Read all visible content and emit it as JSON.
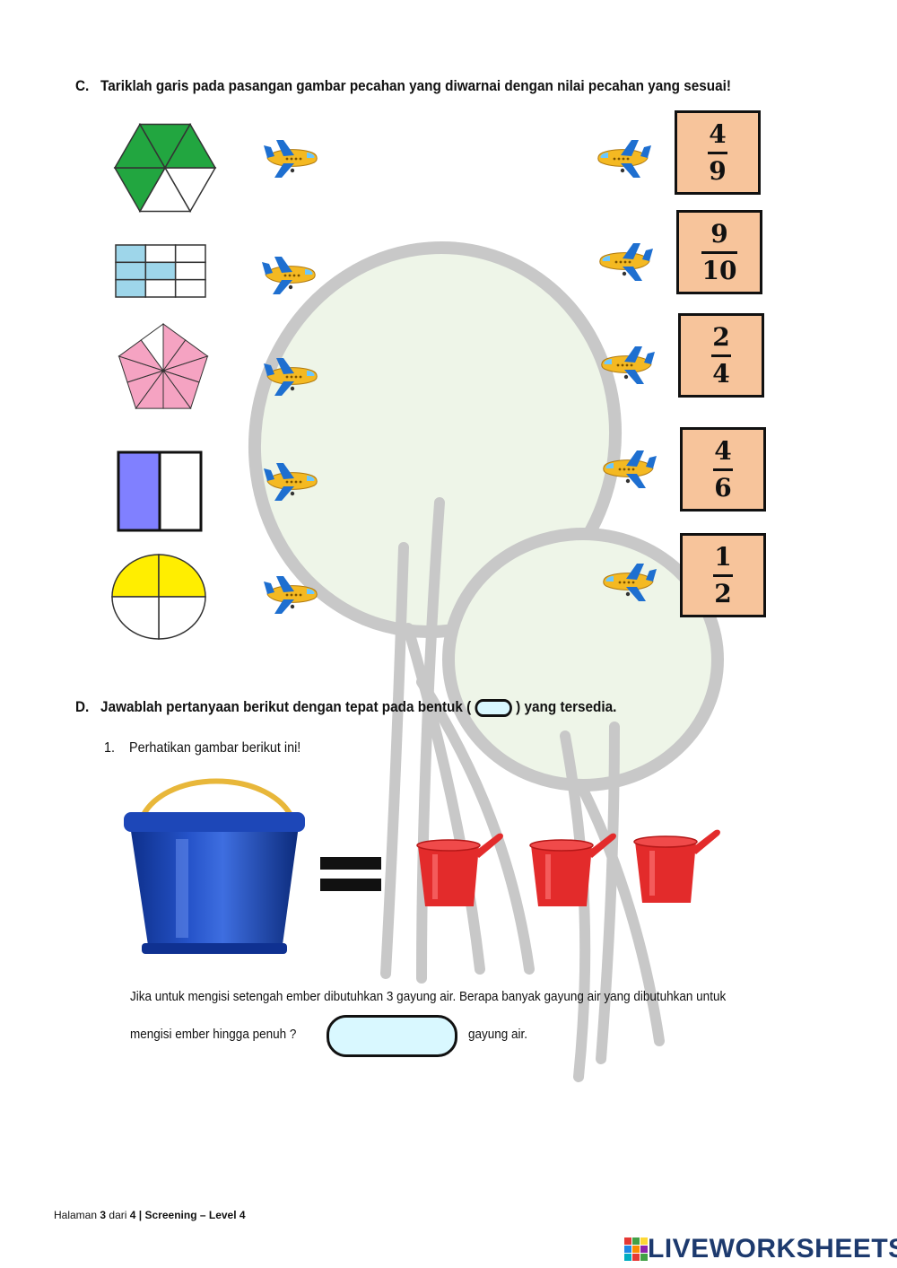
{
  "section_c": {
    "letter": "C.",
    "instruction": "Tariklah garis pada pasangan gambar pecahan yang diwarnai dengan nilai pecahan yang sesuai!",
    "shapes": [
      {
        "name": "hexagon",
        "parts": 6,
        "shaded": 4,
        "color": "#22a640"
      },
      {
        "name": "rectangle-grid",
        "parts": 9,
        "shaded": 4,
        "color": "#9ed6ea"
      },
      {
        "name": "pentagon",
        "parts": 10,
        "shaded": 9,
        "color": "#f5a3c2"
      },
      {
        "name": "square",
        "parts": 2,
        "shaded": 1,
        "color": "#8080ff"
      },
      {
        "name": "circle",
        "parts": 4,
        "shaded": 2,
        "color": "#ffee00"
      }
    ],
    "fractions": [
      {
        "numerator": "4",
        "denominator": "9"
      },
      {
        "numerator": "9",
        "denominator": "10"
      },
      {
        "numerator": "2",
        "denominator": "4"
      },
      {
        "numerator": "4",
        "denominator": "6"
      },
      {
        "numerator": "1",
        "denominator": "2"
      }
    ]
  },
  "section_d": {
    "letter": "D.",
    "instruction_before": "Jawablah pertanyaan berikut dengan tepat pada bentuk (",
    "instruction_after": ") yang tersedia.",
    "question_number": "1.",
    "question_title": "Perhatikan gambar berikut ini!",
    "question_line1": "Jika untuk mengisi setengah ember dibutuhkan 3 gayung air. Berapa banyak gayung air yang dibutuhkan untuk",
    "question_line2_before": "mengisi ember hingga penuh ?",
    "question_line2_after": "gayung air.",
    "answer_value": ""
  },
  "footer": {
    "prefix": "Halaman",
    "page": "3",
    "of": "dari",
    "total": "4",
    "separator": "|",
    "title": "Screening – Level 4"
  },
  "brand": {
    "logo_text": "LIVEWORKSHEETS",
    "logo_color": "#1d3a6e"
  },
  "icons": {
    "plane": "airplane-icon",
    "bucket": "bucket-icon",
    "dipper": "water-dipper-icon",
    "equals": "equals-sign-icon",
    "tree": "tree-watermark"
  }
}
